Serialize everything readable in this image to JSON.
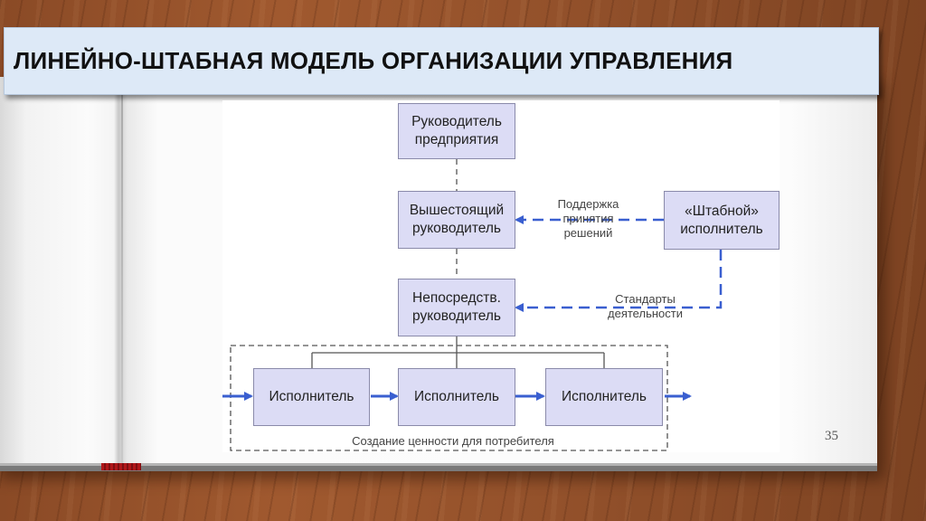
{
  "slide": {
    "title": "ЛИНЕЙНО-ШТАБНАЯ МОДЕЛЬ ОРГАНИЗАЦИИ УПРАВЛЕНИЯ",
    "page_number": "35"
  },
  "diagram": {
    "nodes": {
      "ceo": [
        "Руководитель",
        "предприятия"
      ],
      "senior": [
        "Вышестоящий",
        "руководитель"
      ],
      "staff": [
        "«Штабной»",
        "исполнитель"
      ],
      "direct": [
        "Непосредств.",
        "руководитель"
      ],
      "exec1": [
        "Исполнитель"
      ],
      "exec2": [
        "Исполнитель"
      ],
      "exec3": [
        "Исполнитель"
      ]
    },
    "labels": {
      "support": [
        "Поддержка",
        "принятия",
        "решений"
      ],
      "standards": [
        "Стандарты",
        "деятельности"
      ],
      "value": "Создание ценности для потребителя"
    }
  },
  "colors": {
    "node_fill": "#dcdcf5",
    "node_border": "#8a8aaa",
    "arrow_blue": "#3a5fd0",
    "title_banner": "#dde9f7"
  }
}
